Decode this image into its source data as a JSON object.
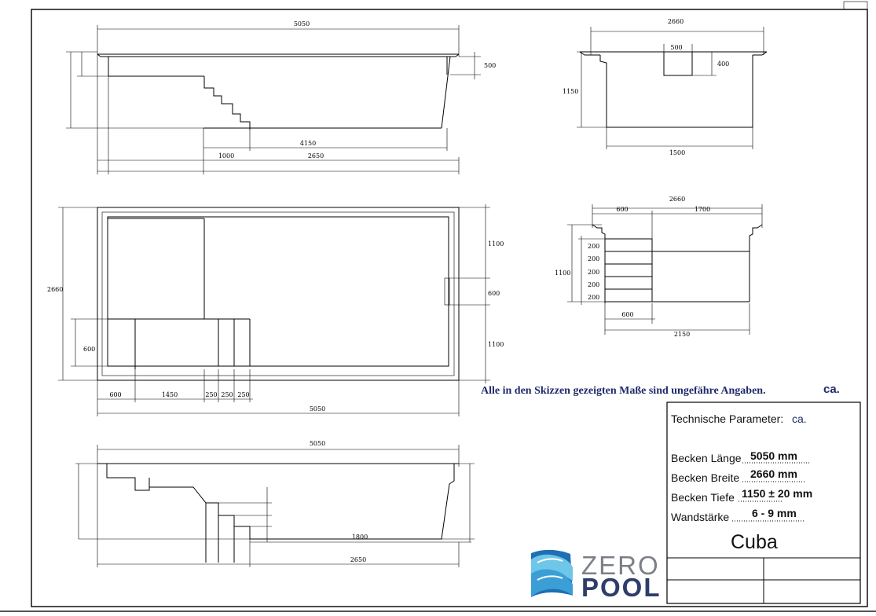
{
  "drawing": {
    "side_view_top": {
      "overall_length": "5050",
      "depth_right": "500",
      "step_bottom": "4150",
      "step_run": "1000",
      "bottom_length": "2650"
    },
    "end_view_top": {
      "width": "2660",
      "notch_width": "500",
      "notch_depth": "400",
      "depth": "1150",
      "bottom_width": "1500"
    },
    "plan_view": {
      "width": "2660",
      "right_upper": "1100",
      "right_mid": "600",
      "right_lower": "1100",
      "left_step": "600",
      "bottom_dims": [
        "600",
        "1450",
        "250",
        "250",
        "250"
      ],
      "overall_length": "5050"
    },
    "end_view_steps": {
      "width": "2660",
      "step_part": "600",
      "rest_part": "1700",
      "depth": "1100",
      "step_heights": [
        "200",
        "200",
        "200",
        "200",
        "200"
      ],
      "bottom_step": "600",
      "bottom_width": "2150"
    },
    "side_view_bottom": {
      "overall_length": "5050",
      "step_length": "1800",
      "bottom_length": "2650"
    }
  },
  "note": {
    "text": "Alle in den Skizzen gezeigten Maße sind ungefähre Angaben.",
    "ca": "ca."
  },
  "title_block": {
    "heading": "Technische Parameter:",
    "heading_ca": "ca.",
    "rows": [
      {
        "label": "Becken Länge",
        "value": "5050 mm"
      },
      {
        "label": "Becken Breite",
        "value": "2660 mm"
      },
      {
        "label": "Becken Tiefe",
        "value": "1150  ± 20 mm"
      },
      {
        "label": "Wandstärke",
        "value": "6 - 9 mm"
      }
    ],
    "model": "Cuba"
  },
  "logo": {
    "line1": "ZERO",
    "line2": "POOL",
    "colors": {
      "grey": "#7b7f86",
      "navy": "#2f3d6b",
      "wave_light": "#6ec6e8",
      "wave_dark": "#1f6fb5"
    }
  }
}
